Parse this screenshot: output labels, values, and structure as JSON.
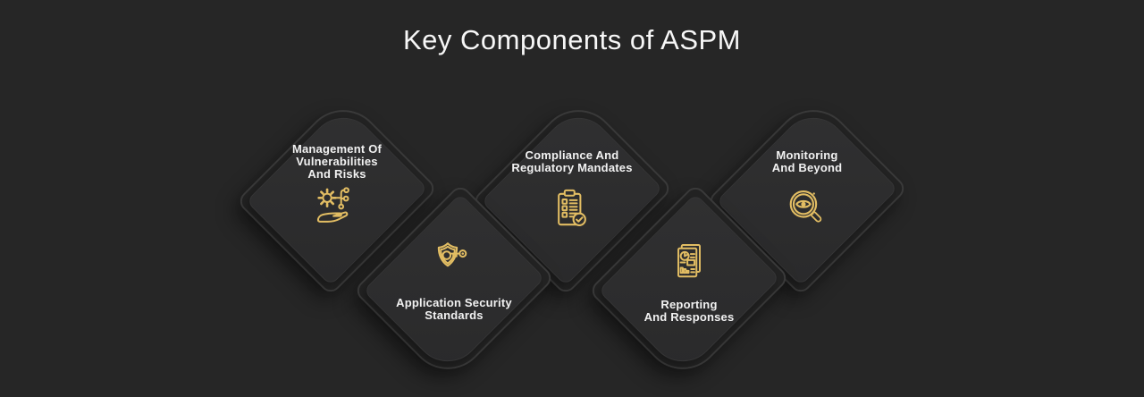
{
  "title": "Key Components of ASPM",
  "theme": {
    "background": "#262626",
    "card_fill": "#2d2d2e",
    "card_gap": "#232323",
    "card_ring": "#3a3a3a",
    "accent": "#e2bd63",
    "title_color": "#f7f7f7",
    "label_color": "#f2f2f2"
  },
  "cards": [
    {
      "id": "management",
      "row": "top",
      "icon": "hand-gear-network-icon",
      "lines": [
        "Management Of",
        "Vulnerabilities",
        "And Risks"
      ]
    },
    {
      "id": "application-security",
      "row": "bottom",
      "icon": "shield-key-icon",
      "lines": [
        "Application Security",
        "Standards"
      ]
    },
    {
      "id": "compliance",
      "row": "top",
      "icon": "clipboard-checklist-icon",
      "lines": [
        "Compliance And",
        "Regulatory Mandates"
      ]
    },
    {
      "id": "reporting",
      "row": "bottom",
      "icon": "report-chart-icon",
      "lines": [
        "Reporting",
        "And Responses"
      ]
    },
    {
      "id": "monitoring",
      "row": "top",
      "icon": "magnifier-eye-icon",
      "lines": [
        "Monitoring",
        "And Beyond"
      ]
    }
  ]
}
